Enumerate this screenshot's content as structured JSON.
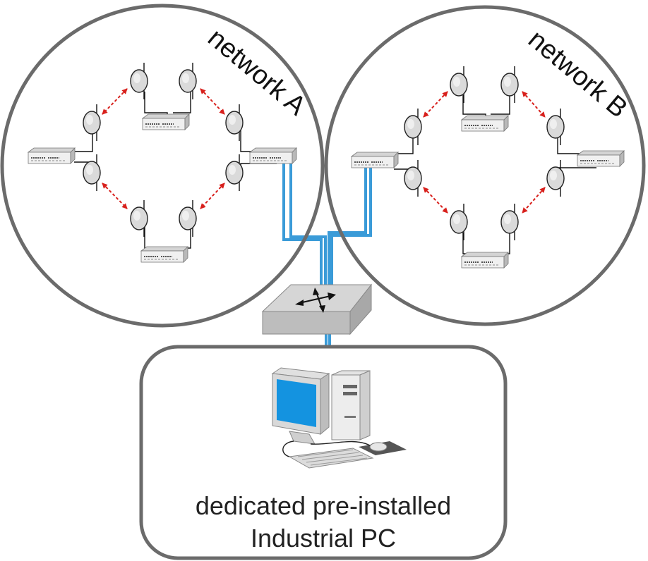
{
  "network_a": {
    "label": "network A"
  },
  "network_b": {
    "label": "network B"
  },
  "pc_box": {
    "line1": "dedicated pre-installed",
    "line2": "Industrial PC"
  },
  "colors": {
    "circle_stroke": "#6b6b6b",
    "link_blue": "#3a9bd8",
    "wireless_arrow": "#d8201c",
    "switch_fill": "#c8c8c8",
    "monitor_screen": "#1493e0"
  },
  "icons": [
    "antenna-icon",
    "rack-server-icon",
    "network-switch-icon",
    "desktop-pc-icon"
  ]
}
